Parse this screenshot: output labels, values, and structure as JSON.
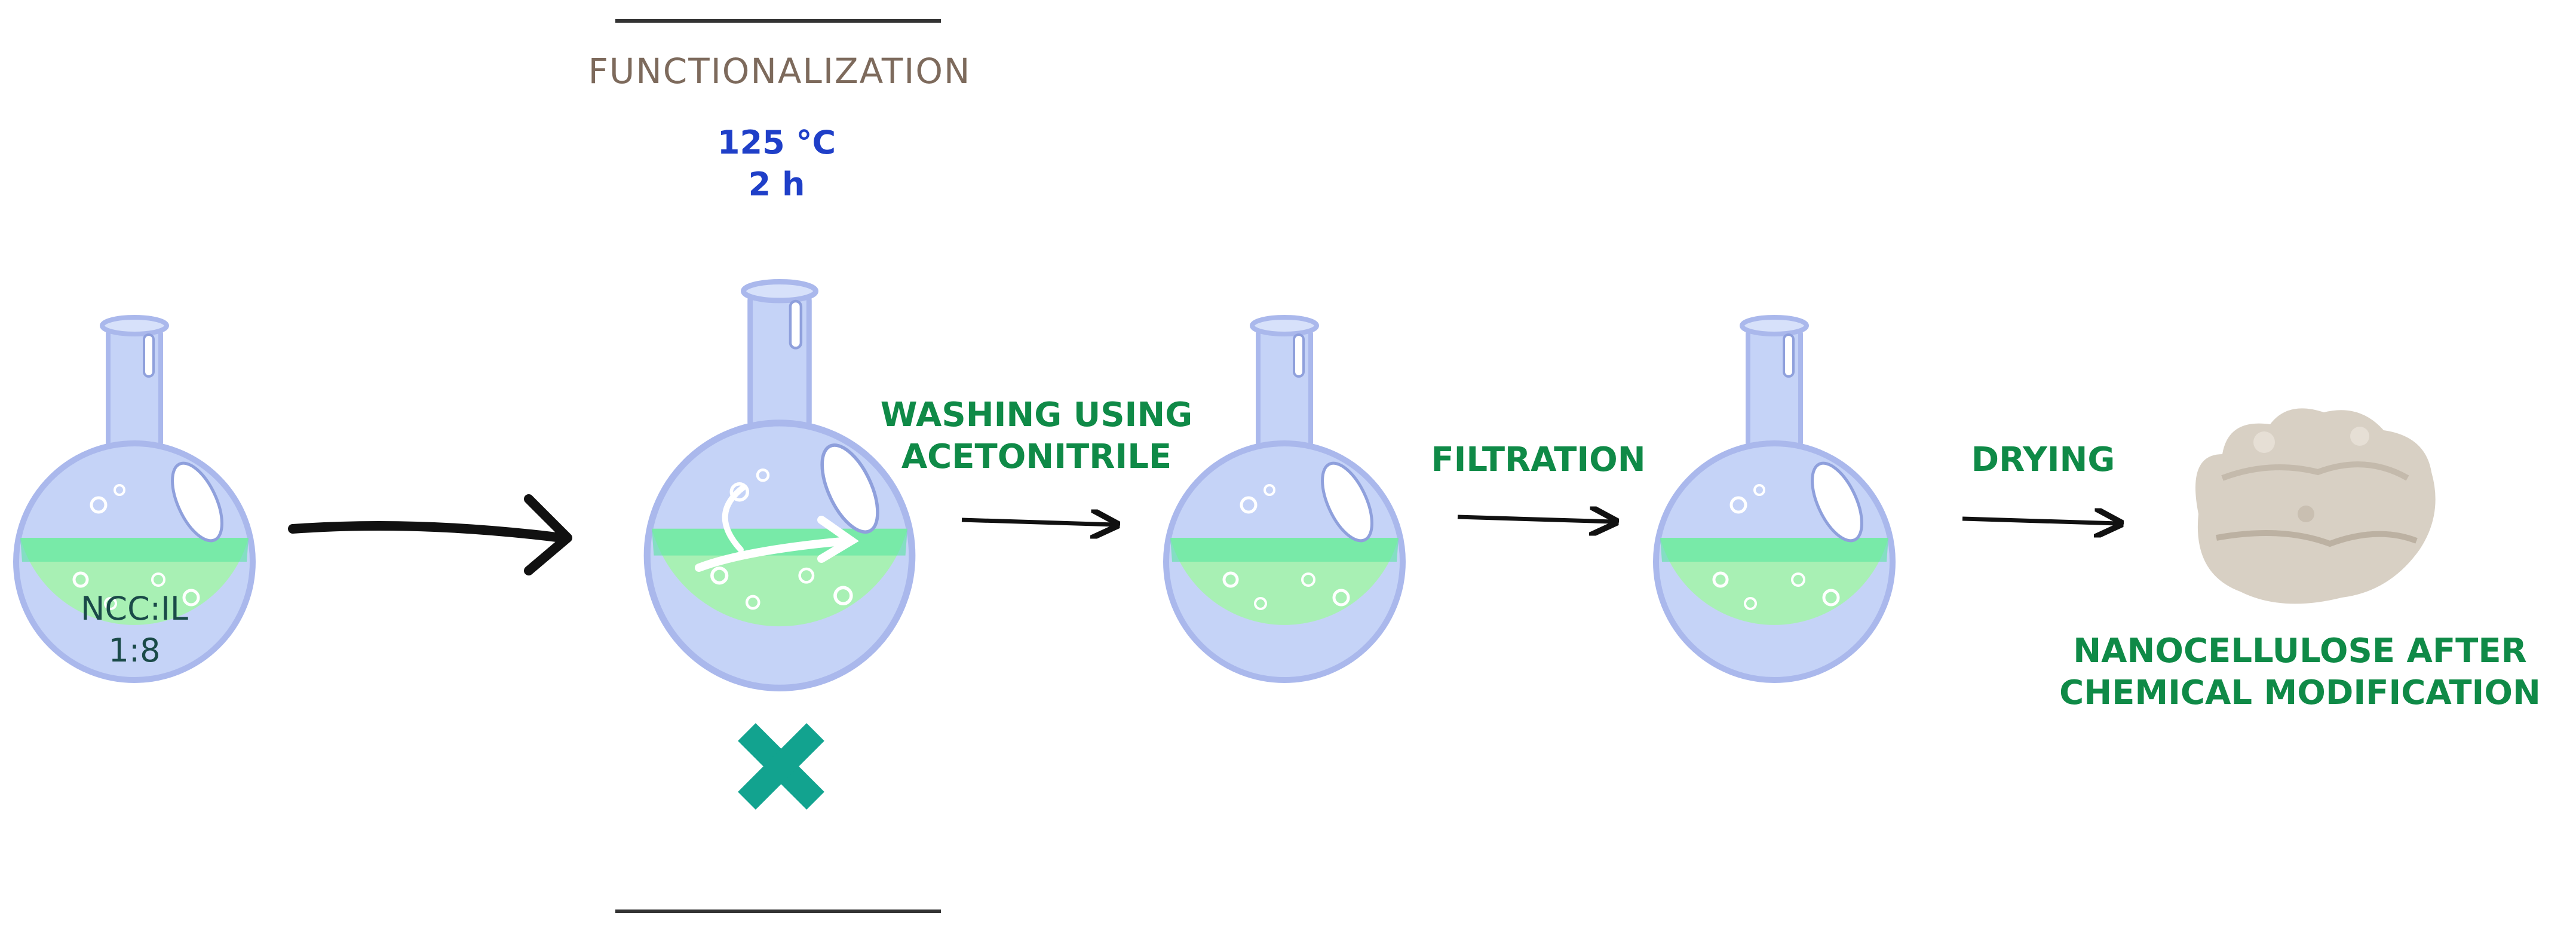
{
  "stage_title": "FUNCTIONALIZATION",
  "conditions": {
    "temperature": "125 °C",
    "time": "2 h"
  },
  "flask_label": {
    "line1": "NCC:IL",
    "line2": "1:8"
  },
  "steps": {
    "washing_line1": "WASHING USING",
    "washing_line2": "ACETONITRILE",
    "filtration": "FILTRATION",
    "drying": "DRYING"
  },
  "product": {
    "line1": "NANOCELLULOSE AFTER",
    "line2": "CHEMICAL MODIFICATION"
  },
  "colors": {
    "flask_glass": "#c5d3f7",
    "flask_outline": "#aab8ec",
    "liquid": "#a8f0b4",
    "liquid_top": "#58e6a0",
    "label_green": "#0f8a47",
    "label_blue": "#1f3fc8",
    "title_brown": "#7d6a5c",
    "stir_bar_x": "#12a38f",
    "arrow": "#111111",
    "powder": "#d8d0c4"
  },
  "icons": {
    "flask": "round-bottom-flask-icon",
    "stir": "stirring-arrow-icon",
    "stirrer": "magnetic-stirrer-x-icon",
    "powder": "cellulose-powder-icon"
  }
}
